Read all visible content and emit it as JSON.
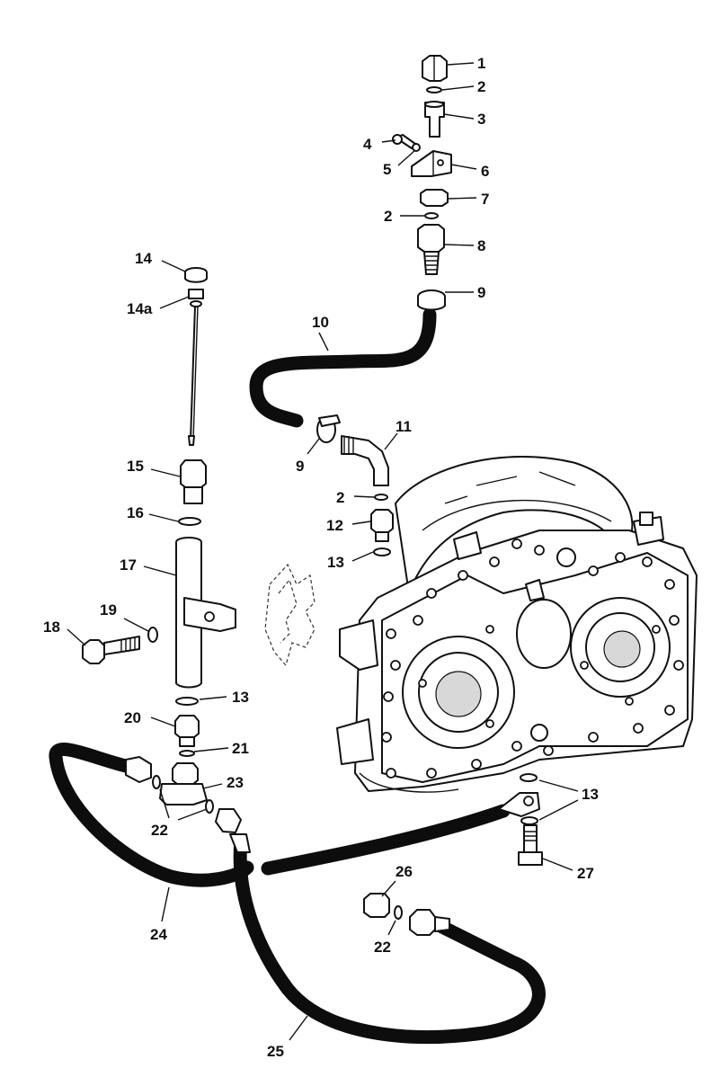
{
  "callouts": {
    "c1": "1",
    "c2a": "2",
    "c3": "3",
    "c4": "4",
    "c5": "5",
    "c6": "6",
    "c7": "7",
    "c2b": "2",
    "c8": "8",
    "c9a": "9",
    "c10": "10",
    "c9b": "9",
    "c11": "11",
    "c2c": "2",
    "c12": "12",
    "c13a": "13",
    "c14": "14",
    "c14a": "14a",
    "c15": "15",
    "c16": "16",
    "c17": "17",
    "c18": "18",
    "c19": "19",
    "c13b": "13",
    "c20": "20",
    "c21": "21",
    "c23": "23",
    "c22a": "22",
    "c13c": "13",
    "c27": "27",
    "c24": "24",
    "c26": "26",
    "c22b": "22",
    "c25": "25"
  }
}
